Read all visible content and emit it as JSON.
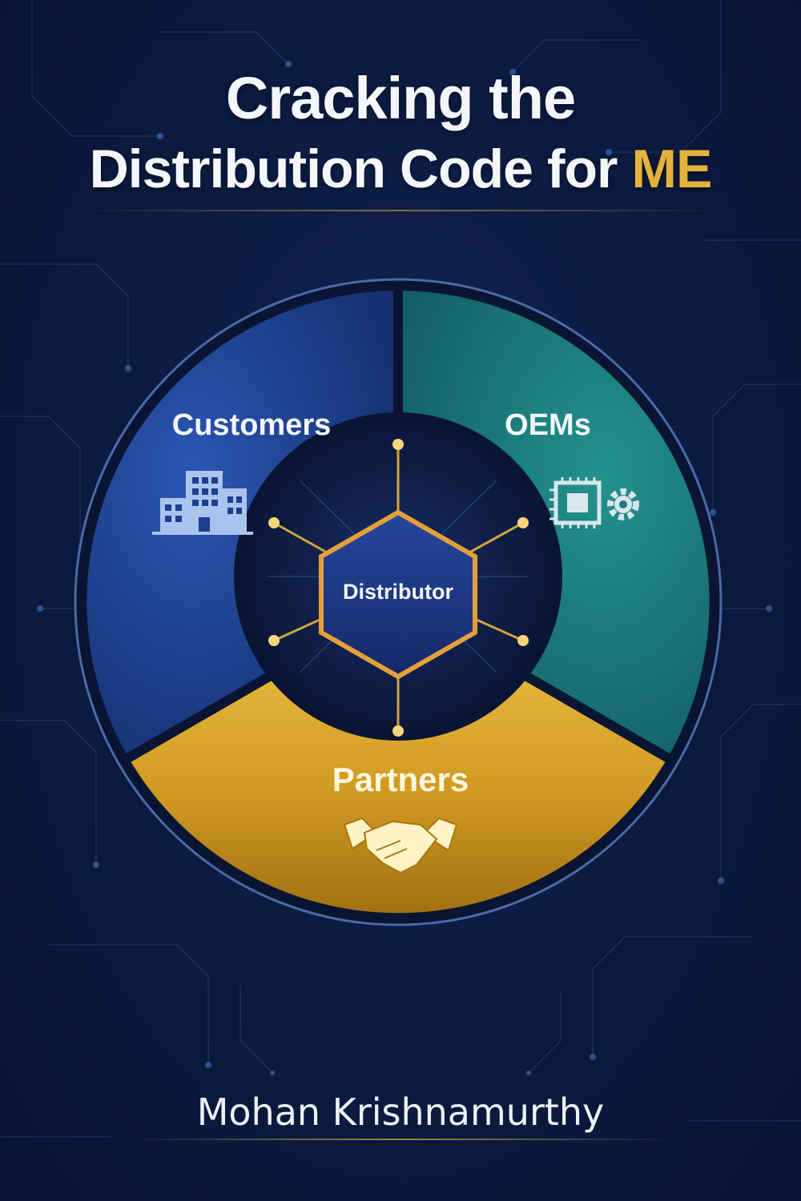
{
  "title": {
    "line1": "Cracking the",
    "line2_main": "Distribution Code for ",
    "line2_accent": "ME"
  },
  "segments": {
    "customers": {
      "label": "Customers",
      "icon": "buildings-icon",
      "color": "#1e3f8f"
    },
    "oems": {
      "label": "OEMs",
      "icon": "chip-gear-icon",
      "color": "#1a7a7c"
    },
    "partners": {
      "label": "Partners",
      "icon": "handshake-icon",
      "color": "#d7a12a"
    }
  },
  "hub": {
    "label": "Distributor"
  },
  "author": "Mohan Krishnamurthy",
  "colors": {
    "background": "#0c1c42",
    "gold_accent": "#e3b23c",
    "text": "#f4f6fb"
  }
}
